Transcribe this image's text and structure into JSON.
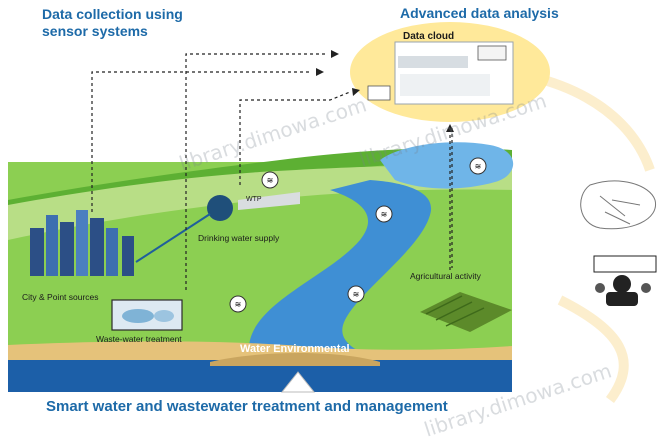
{
  "headings": {
    "data_collection": "Data collection using\nsensor systems",
    "advanced_analysis": "Advanced data analysis",
    "footer": "Smart water and wastewater treatment and management"
  },
  "labels": {
    "data_cloud": "Data cloud",
    "drinking_water": "Drinking water supply",
    "city": "City & Point sources",
    "wastewater": "Waste-water treatment",
    "agricultural": "Agricultural activity",
    "water_env": "Water Environmental",
    "wtp": "WTP"
  },
  "watermarks": [
    "library.dimowa.com",
    "library.dimowa.com",
    "library.dimowa.com"
  ],
  "colors": {
    "heading_blue": "#1d6aa8",
    "cloud_yellow": "#ffe99a",
    "river_blue": "#3f8fd4",
    "ground_green": "#79c24a",
    "sea_blue": "#1c5fa8"
  }
}
